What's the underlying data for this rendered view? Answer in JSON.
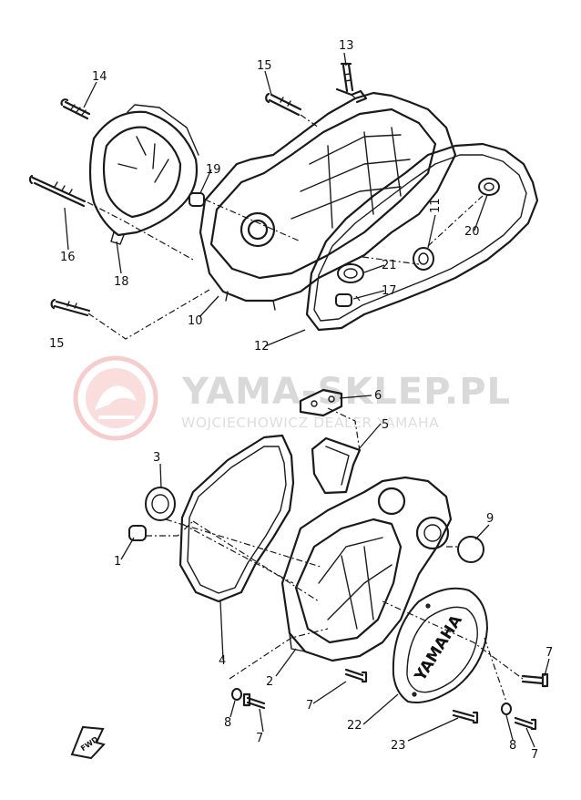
{
  "watermark": {
    "title": "YAMA-SKLEP.PL",
    "subtitle": "WOJCIECHOWICZ DEALER YAMAHA",
    "logo_color": "#f2b6b6",
    "text_color": "#d9d9d9"
  },
  "cover_brand": "YAMAHA",
  "fwd_label": "FWD",
  "callouts": [
    "13",
    "15",
    "14",
    "19",
    "11",
    "20",
    "16",
    "18",
    "21",
    "17",
    "10",
    "15",
    "12",
    "6",
    "5",
    "3",
    "9",
    "1",
    "4",
    "2",
    "7",
    "7",
    "8",
    "7",
    "22",
    "23",
    "8",
    "7"
  ]
}
